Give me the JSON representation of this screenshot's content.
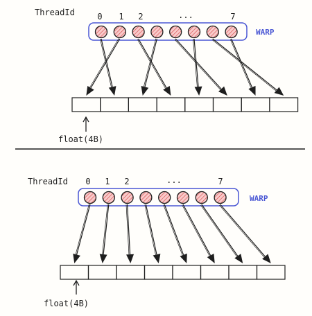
{
  "colors": {
    "background": "#fffefb",
    "ink": "#1e1e1e",
    "warp_blue": "#4a57d4",
    "thread_fill": "#f5a9a9",
    "thread_stroke": "#c23a3a"
  },
  "panels": [
    {
      "id": "misaligned",
      "threadid_label": "ThreadId",
      "index_labels": [
        "0",
        "1",
        "2",
        "...",
        "7"
      ],
      "warp_label": "WARP",
      "thread_count": 8,
      "cell_count": 8,
      "element_label": "float(4B)",
      "mapping": [
        1,
        0,
        3,
        2,
        5,
        4,
        7,
        6
      ]
    },
    {
      "id": "aligned",
      "threadid_label": "ThreadId",
      "index_labels": [
        "0",
        "1",
        "2",
        "...",
        "7"
      ],
      "warp_label": "WARP",
      "thread_count": 8,
      "cell_count": 8,
      "element_label": "float(4B)",
      "mapping": [
        0,
        1,
        2,
        3,
        4,
        5,
        6,
        7
      ]
    }
  ]
}
